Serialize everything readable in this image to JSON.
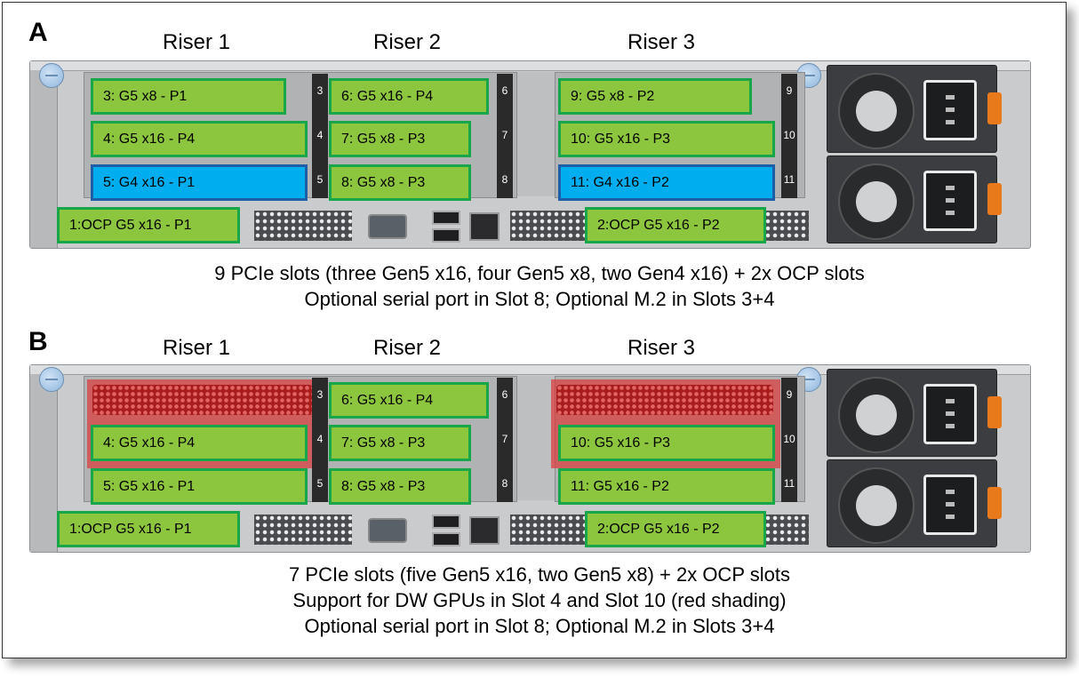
{
  "panel_a": {
    "letter": "A",
    "risers": [
      "Riser 1",
      "Riser 2",
      "Riser 3"
    ],
    "slot_numbers": [
      "3",
      "4",
      "5",
      "6",
      "7",
      "8",
      "9",
      "10",
      "11"
    ],
    "slots": [
      {
        "label": "3: G5 x8 - P1",
        "kind": "gen5"
      },
      {
        "label": "4: G5 x16 - P4",
        "kind": "gen5"
      },
      {
        "label": "5: G4 x16 - P1",
        "kind": "gen4"
      },
      {
        "label": "6: G5 x16 - P4",
        "kind": "gen5"
      },
      {
        "label": "7: G5 x8 - P3",
        "kind": "gen5"
      },
      {
        "label": "8: G5 x8 - P3",
        "kind": "gen5"
      },
      {
        "label": "9: G5 x8 - P2",
        "kind": "gen5"
      },
      {
        "label": "10: G5 x16 - P3",
        "kind": "gen5"
      },
      {
        "label": "11: G4 x16 - P2",
        "kind": "gen4"
      },
      {
        "label": "1:OCP G5 x16 - P1",
        "kind": "gen5"
      },
      {
        "label": "2:OCP G5 x16 - P2",
        "kind": "gen5"
      }
    ],
    "caption": [
      "9 PCIe slots (three Gen5 x16, four Gen5 x8, two Gen4 x16) + 2x OCP slots",
      "Optional serial port in Slot 8; Optional M.2 in Slots 3+4"
    ]
  },
  "panel_b": {
    "letter": "B",
    "risers": [
      "Riser 1",
      "Riser 2",
      "Riser 3"
    ],
    "slot_numbers": [
      "3",
      "4",
      "5",
      "6",
      "7",
      "8",
      "9",
      "10",
      "11"
    ],
    "slots": [
      {
        "label": "4: G5 x16 - P4",
        "kind": "gen5"
      },
      {
        "label": "5: G5 x16 - P1",
        "kind": "gen5"
      },
      {
        "label": "6: G5 x16 - P4",
        "kind": "gen5"
      },
      {
        "label": "7: G5 x8 - P3",
        "kind": "gen5"
      },
      {
        "label": "8: G5 x8 - P3",
        "kind": "gen5"
      },
      {
        "label": "10: G5 x16 - P3",
        "kind": "gen5"
      },
      {
        "label": "11: G5 x16 - P2",
        "kind": "gen5"
      },
      {
        "label": "1:OCP G5 x16 - P1",
        "kind": "gen5"
      },
      {
        "label": "2:OCP G5 x16 - P2",
        "kind": "gen5"
      }
    ],
    "caption": [
      "7 PCIe slots (five Gen5 x16, two Gen5 x8) + 2x OCP slots",
      "Support for DW GPUs in Slot 4 and Slot 10 (red shading)",
      "Optional serial port in Slot 8; Optional M.2 in Slots 3+4"
    ]
  },
  "colors": {
    "gen5_fill": "#8cc63f",
    "gen5_border": "#18a64a",
    "gen4_fill": "#00aeef",
    "gen4_border": "#1d5fa6",
    "dw_gpu_shading": "#dc3c3c",
    "psu_latch": "#e87a1c",
    "screw": "#8fb6dc"
  },
  "icons": [
    "thumbscrew-icon",
    "power-supply-icon",
    "fan-icon",
    "power-inlet-icon",
    "vga-port-icon",
    "usb-port-icon",
    "ethernet-port-icon"
  ]
}
